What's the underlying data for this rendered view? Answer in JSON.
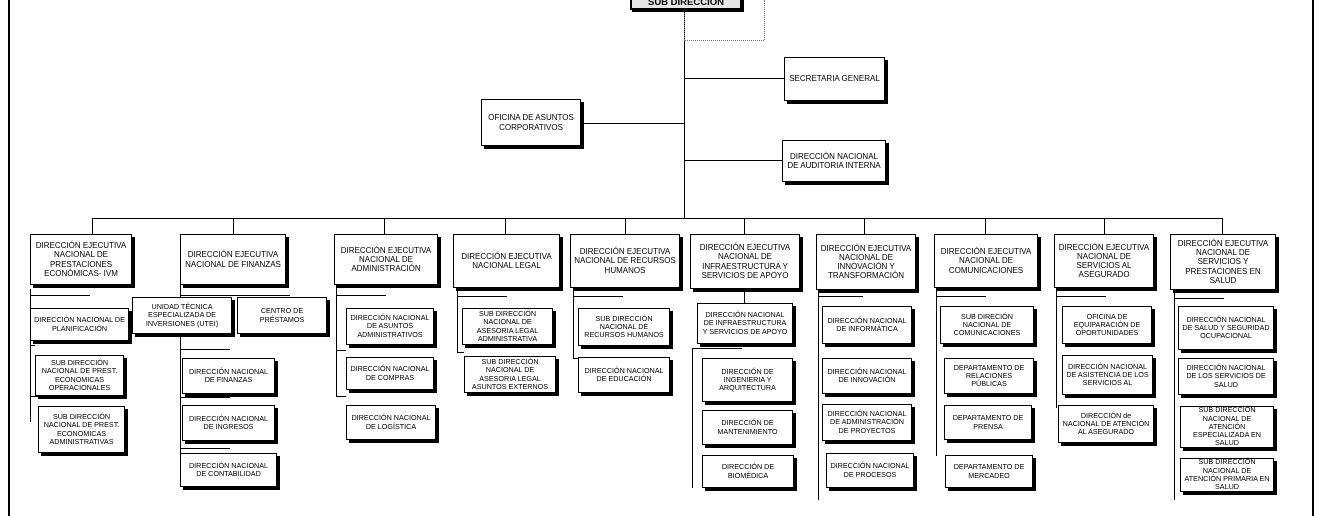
{
  "top": {
    "label": "SUB DIRECCIÓN"
  },
  "staff": {
    "secretaria": "SECRETARIA GENERAL",
    "oficina": "OFICINA DE ASUNTOS CORPORATIVOS",
    "auditoria": "DIRECCIÓN NACIONAL DE AUDITORIA INTERNA"
  },
  "divisions": [
    {
      "head": "DIRECCIÓN EJECUTIVA NACIONAL DE PRESTACIONES ECONÓMICAS- IVM",
      "units": [
        "DIRECCIÓN NACIONAL DE PLANIFICACIÓN",
        "SUB DIRECCIÓN NACIONAL DE PREST. ECONOMICAS OPERACIONALES",
        "SUB DIRECCIÓN NACIONAL DE PREST. ECONOMICAS ADMINISTRATIVAS"
      ]
    },
    {
      "head": "DIRECCIÓN EJECUTIVA NACIONAL DE FINANZAS",
      "side": [
        "UNIDAD TÉCNICA ESPECIALIZADA DE INVERSIONES (UTEI)",
        "CENTRO DE PRÉSTAMOS"
      ],
      "units": [
        "DIRECCIÓN NACIONAL DE FINANZAS",
        "DIRECCIÓN NACIONAL DE INGRESOS",
        "DIRECCIÓN NACIONAL DE CONTABILIDAD"
      ]
    },
    {
      "head": "DIRECCIÓN EJECUTIVA NACIONAL DE ADMINISTRACIÓN",
      "units": [
        "DIRECCIÓN NACIONAL DE ASUNTOS ADMINISTRATIVOS",
        "DIRECCIÓN NACIONAL DE COMPRAS",
        "DIRECCIÓN NACIONAL DE LOGÍSTICA"
      ]
    },
    {
      "head": "DIRECCIÓN EJECUTIVA NACIONAL LEGAL",
      "units": [
        "SUB DIRECCIÓN NACIONAL DE ASESORIA LEGAL ADMINISTRATIVA",
        "SUB DIRECCIÓN NACIONAL DE ASESORIA LEGAL ASUNTOS EXTERNOS"
      ]
    },
    {
      "head": "DIRECCIÓN EJECUTIVA NACIONAL DE RECURSOS HUMANOS",
      "units": [
        "SUB DIRECCIÓN NACIONAL DE RECURSOS HUMANOS",
        "DIRECCIÓN NACIONAL DE EDUCACIÓN"
      ]
    },
    {
      "head": "DIRECCIÓN EJECUTIVA NACIONAL DE INFRAESTRUCTURA Y SERVICIOS DE APOYO",
      "units": [
        "DIRECCIÓN NACIONAL DE INFRAESTRUCTURA Y SERVICIOS DE APOYO",
        "DIRECCIÓN DE INGENIERIA Y ARQUITECTURA",
        "DIRECCIÓN DE MANTENIMIENTO",
        "DIRECCIÓN DE BIOMÉDICA"
      ]
    },
    {
      "head": "DIRECCIÓN EJECUTIVA NACIONAL DE INNOVACIÓN Y TRANSFORMACIÓN",
      "units": [
        "DIRECCIÓN NACIONAL DE INFORMÁTICA",
        "DIRECCIÓN NACIONAL DE INNOVACIÓN",
        "DIRECCIÓN NACIONAL DE ADMINISTRACIÓN DE PROYECTOS",
        "DIRECCIÓN NACIONAL DE PROCESOS"
      ]
    },
    {
      "head": "DIRECCIÓN EJECUTIVA NACIONAL DE COMUNICACIONES",
      "units": [
        "SUB DIRECIÓN NACIONAL DE COMUNICACIONES",
        "DEPARTAMENTO DE RELACIONES PÚBLICAS",
        "DEPARTAMENTO DE PRENSA",
        "DEPARTAMENTO DE MERCADEO"
      ]
    },
    {
      "head": "DIRECCIÓN EJECUTIVA NACIONAL DE SERVICIOS AL ASEGURADO",
      "units": [
        "OFICINA DE EQUIPARACIÓN DE OPORTUNIDADES",
        "DIRECCIÓN NACIONAL DE ASISTENCIA DE LOS SERVICIOS AL",
        "DIRECCIÓN de NACIONAL DE ATENCIÓN AL ASEGURADO"
      ]
    },
    {
      "head": "DIRECCIÓN EJECUTIVA NACIONAL DE SERVICIOS Y PRESTACIONES EN SALUD",
      "units": [
        "DIRECCIÓN NACIONAL DE SALUD Y SEGURIDAD OCUPACIONAL",
        "DIRECCIÓN NACIONAL DE LOS SERVICIOS DE SALUD",
        "SUB DIRECCIÓN NACIONAL DE ATENCIÓN ESPECIALIZADA EN SALUD",
        "SUB DIRECCIÓN NACIONAL DE ATENCIÓN PRIMARIA EN SALUD"
      ]
    }
  ]
}
